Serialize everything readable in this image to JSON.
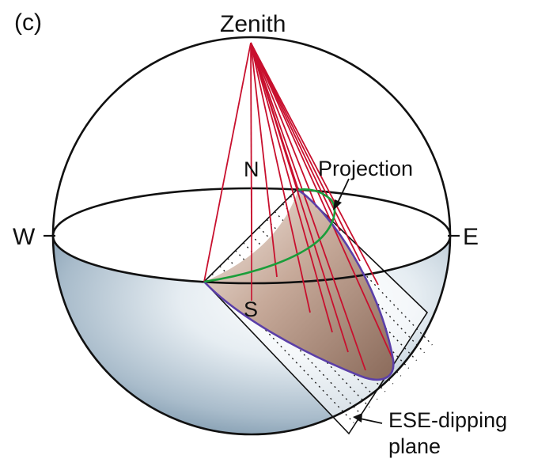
{
  "figure": {
    "panel_label": "(c)",
    "zenith_label": "Zenith",
    "north_label": "N",
    "south_label": "S",
    "west_label": "W",
    "east_label": "E",
    "projection_label": "Projection",
    "plane_label_line1": "ESE-dipping",
    "plane_label_line2": "plane"
  },
  "colors": {
    "zenith_rays": "#c8102e",
    "projection_curve": "#1a9e3a",
    "plane_outline": "#5b3fa8",
    "sphere_outline": "#111111",
    "shaded_cone": "#a08070",
    "lower_hemisphere": "#6f8fa8"
  }
}
